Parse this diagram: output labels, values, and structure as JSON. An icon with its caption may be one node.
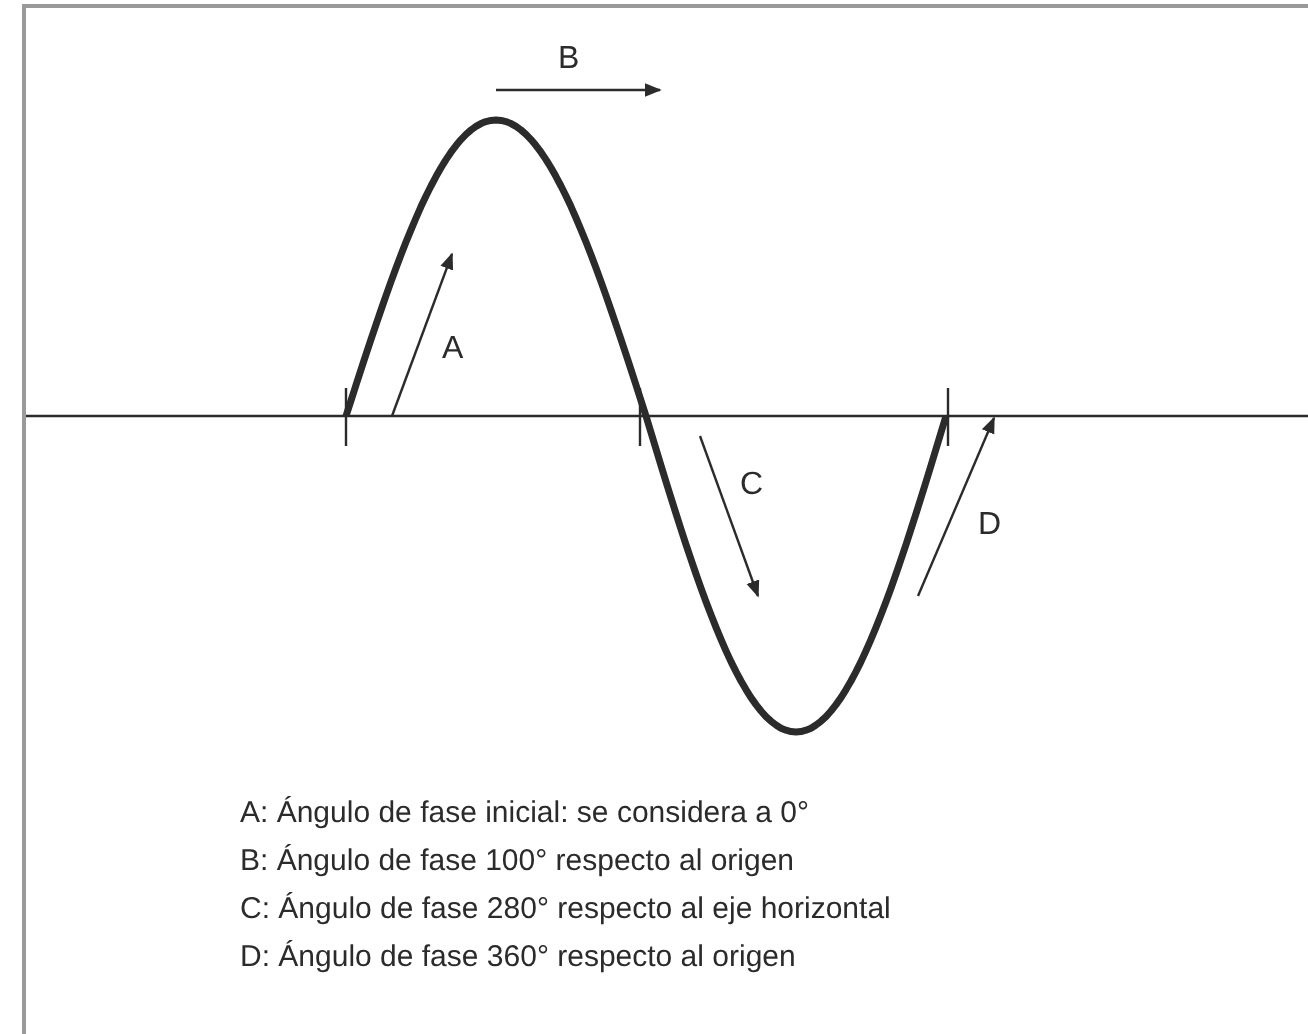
{
  "diagram": {
    "labels": [
      "B",
      "A",
      "C",
      "D",
      "A: Ángulo de fase inicial: se considera a 0°",
      "B: Ángulo de fase 100° respecto al origen",
      "C: Ángulo de fase 280° respecto al eje horizontal",
      "D: Ángulo de fase 360° respecto al origen"
    ]
  }
}
